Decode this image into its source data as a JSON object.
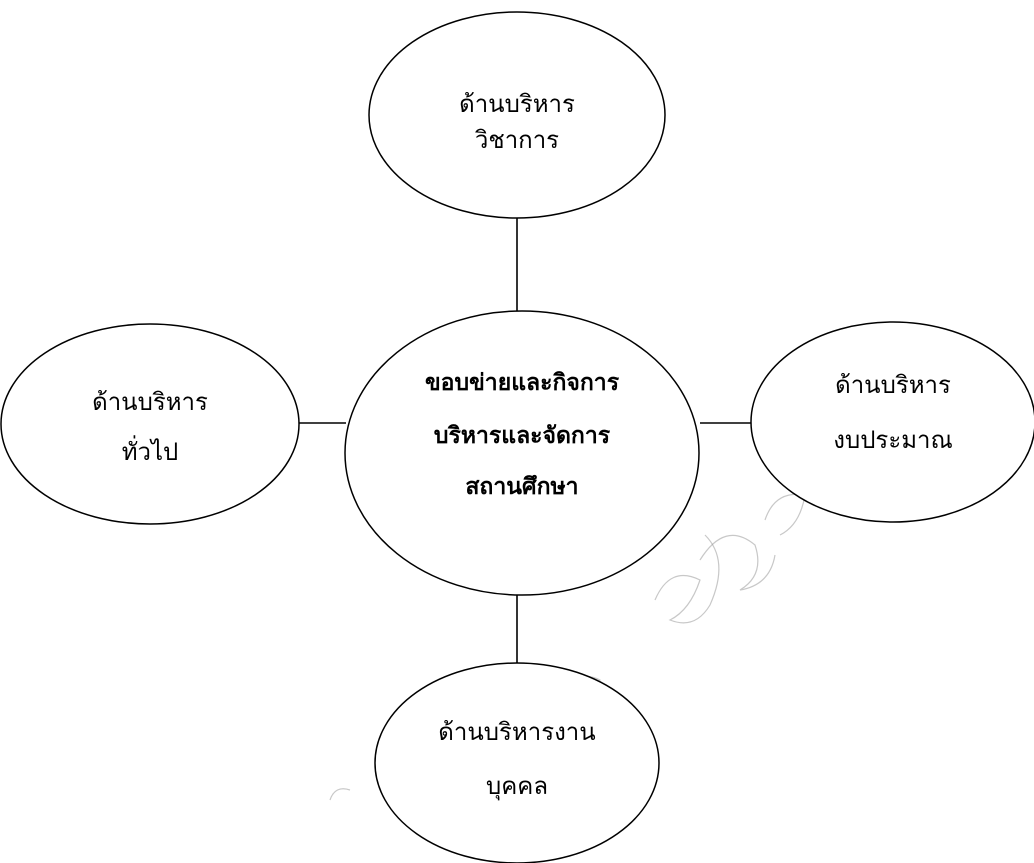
{
  "diagram": {
    "center": {
      "lines": [
        "ขอบข่ายและกิจการ",
        "บริหารและจัดการ",
        "สถานศึกษา"
      ]
    },
    "top": {
      "lines": [
        "ด้านบริหาร",
        "วิชาการ"
      ]
    },
    "left": {
      "lines": [
        "ด้านบริหาร",
        "ทั่วไป"
      ]
    },
    "right": {
      "lines": [
        "ด้านบริหาร",
        "งบประมาณ"
      ]
    },
    "bottom": {
      "lines": [
        "ด้านบริหารงาน",
        "บุคคล"
      ]
    }
  }
}
